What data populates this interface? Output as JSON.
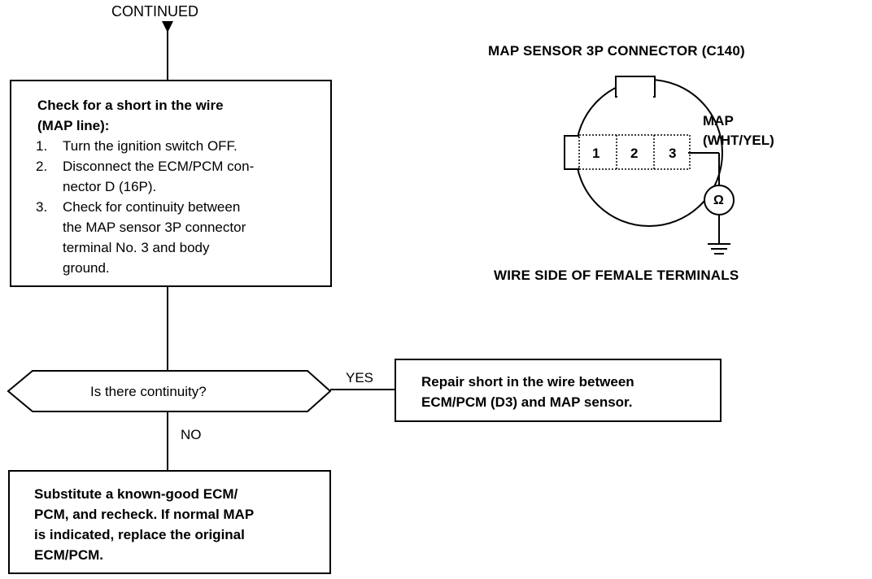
{
  "flowchart": {
    "continued": "CONTINUED",
    "check_box": {
      "heading_line1": "Check for a short in the wire",
      "heading_line2": "(MAP line):",
      "steps": [
        {
          "num": "1.",
          "lines": [
            "Turn the ignition switch OFF."
          ]
        },
        {
          "num": "2.",
          "lines": [
            "Disconnect the ECM/PCM con-",
            "nector D (16P)."
          ]
        },
        {
          "num": "3.",
          "lines": [
            "Check for continuity between",
            "the MAP sensor 3P connector",
            "terminal No. 3 and body",
            "ground."
          ]
        }
      ]
    },
    "decision": "Is there continuity?",
    "yes_label": "YES",
    "no_label": "NO",
    "repair_box": {
      "line1": "Repair short in the wire between",
      "line2": "ECM/PCM (D3) and MAP sensor."
    },
    "substitute_box": {
      "line1": "Substitute a known-good ECM/",
      "line2": "PCM, and recheck. If normal MAP",
      "line3": "is indicated, replace the original",
      "line4": "ECM/PCM."
    }
  },
  "connector": {
    "title": "MAP SENSOR 3P CONNECTOR (C140)",
    "terminals": [
      "1",
      "2",
      "3"
    ],
    "map_label": "MAP",
    "wire_color": "(WHT/YEL)",
    "meter_symbol": "Ω",
    "footer": "WIRE SIDE OF FEMALE TERMINALS"
  }
}
